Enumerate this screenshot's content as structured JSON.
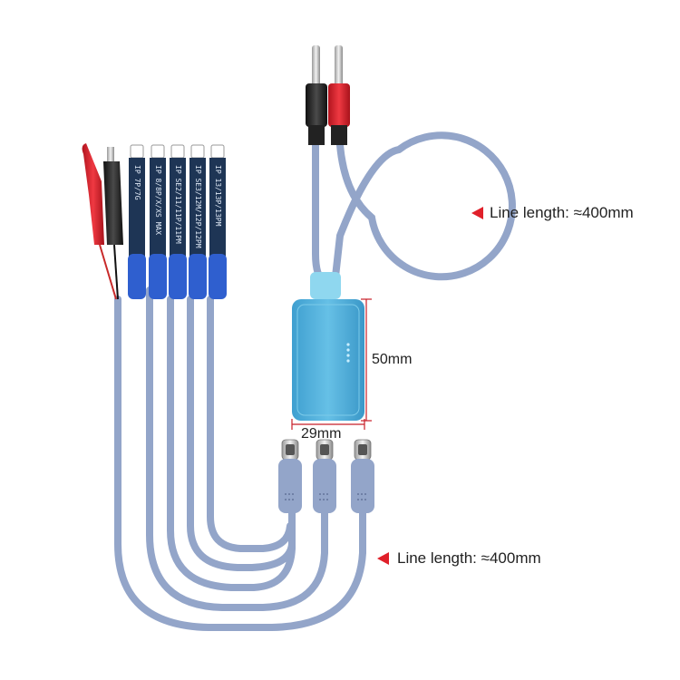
{
  "annotations": {
    "top_length": "Line length: ≈400mm",
    "bottom_length": "Line length: ≈400mm",
    "height_dim": "50mm",
    "width_dim": "29mm"
  },
  "plugs": [
    {
      "label": "IP 7P/7G"
    },
    {
      "label": "IP 8/8P/X/XS MAX"
    },
    {
      "label": "IP SE2/11/11P/11PM"
    },
    {
      "label": "IP SE3/12M/12P/12PM"
    },
    {
      "label": "IP 13/13P/13PM"
    }
  ],
  "colors": {
    "cable": "#93a5c9",
    "plug_blue": "#2f5fcf",
    "clip_red": "#d8242f",
    "module": "#5ab3dd",
    "marker": "#e0202a"
  }
}
